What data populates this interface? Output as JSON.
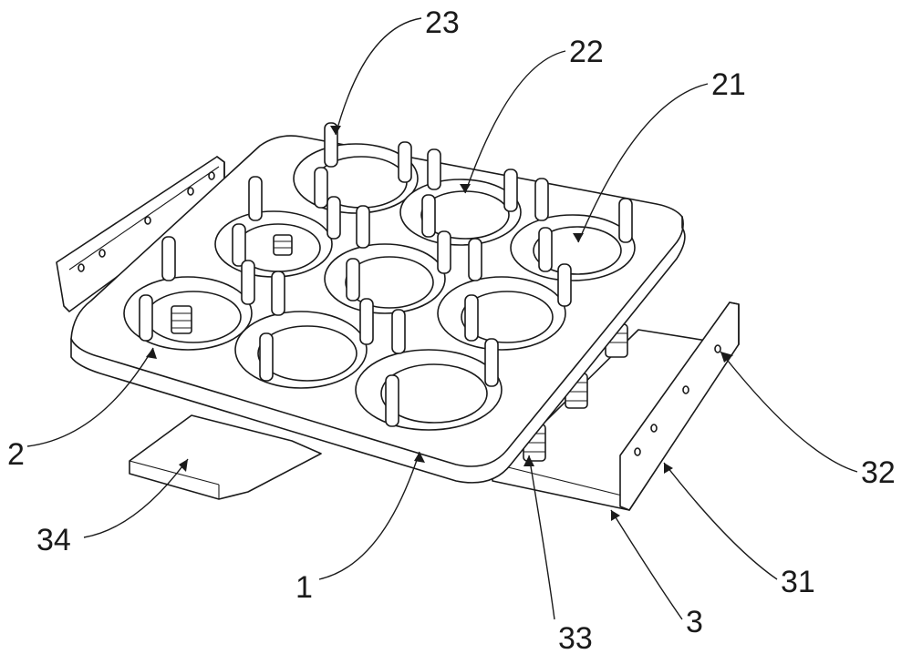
{
  "figure": {
    "labels": [
      {
        "id": "23",
        "text": "23"
      },
      {
        "id": "22",
        "text": "22"
      },
      {
        "id": "21",
        "text": "21"
      },
      {
        "id": "2",
        "text": "2"
      },
      {
        "id": "32",
        "text": "32"
      },
      {
        "id": "34",
        "text": "34"
      },
      {
        "id": "31",
        "text": "31"
      },
      {
        "id": "1",
        "text": "1"
      },
      {
        "id": "3",
        "text": "3"
      },
      {
        "id": "33",
        "text": "33"
      }
    ]
  }
}
